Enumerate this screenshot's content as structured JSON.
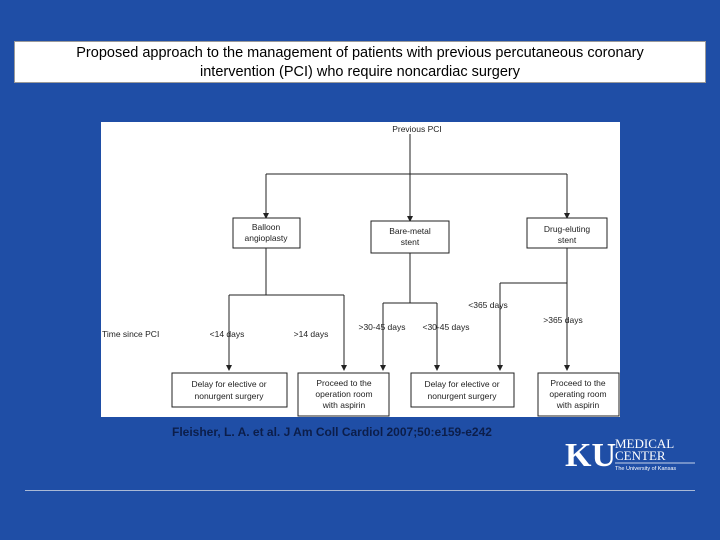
{
  "title": {
    "line1": "Proposed approach to the management of patients with previous percutaneous coronary",
    "line2": "intervention (PCI) who require noncardiac surgery"
  },
  "diagram": {
    "root": "Previous PCI",
    "balloon": [
      "Balloon",
      "angioplasty"
    ],
    "bare_metal": [
      "Bare-metal",
      "stent"
    ],
    "drug_eluting": [
      "Drug-eluting",
      "stent"
    ],
    "time_since": "Time since PCI",
    "lt14": "<14 days",
    "gt14": ">14 days",
    "gt30_45": ">30-45 days",
    "lt30_45": "<30-45 days",
    "lt365": "<365 days",
    "gt365": ">365 days",
    "out_delay_1": [
      "Delay for elective or",
      "nonurgent surgery"
    ],
    "out_proceed_1": [
      "Proceed to the",
      "operation room",
      "with aspirin"
    ],
    "out_delay_2": [
      "Delay for elective or",
      "nonurgent surgery"
    ],
    "out_proceed_2": [
      "Proceed to the",
      "operating room",
      "with aspirin"
    ]
  },
  "citation": "Fleisher, L. A. et al. J Am Coll Cardiol 2007;50:e159-e242",
  "logo": {
    "letters": "KU",
    "line1": "MEDICAL",
    "line2": "CENTER",
    "line3": "The University of Kansas"
  },
  "colors": {
    "background": "#1f4ea6",
    "citation": "#0c1e4a"
  }
}
